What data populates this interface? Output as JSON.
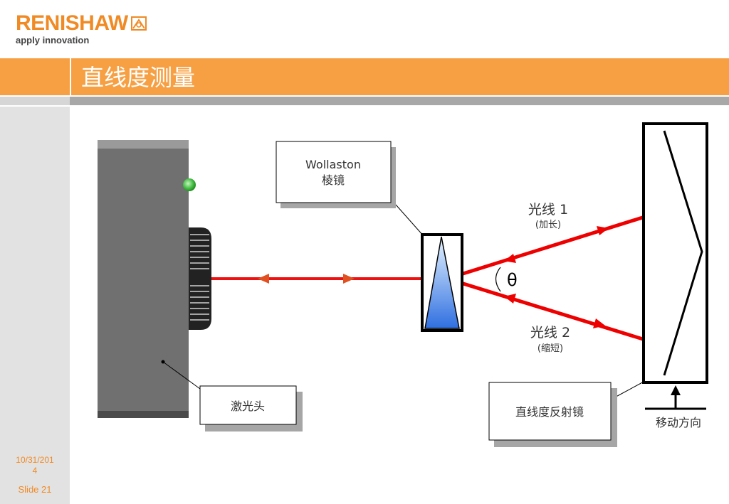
{
  "header": {
    "logo_text": "RENISHAW",
    "tagline": "apply innovation",
    "title": "直线度测量"
  },
  "footer": {
    "date_line1": "10/31/201",
    "date_line2": "4",
    "slide": "Slide 21"
  },
  "diagram": {
    "wollaston_label_1": "Wollaston",
    "wollaston_label_2": "棱镜",
    "laser_head_label": "激光头",
    "beam1_label": "光线 1",
    "beam1_sub": "(加长)",
    "beam2_label": "光线 2",
    "beam2_sub": "(缩短)",
    "angle_symbol": "θ",
    "reflector_label": "直线度反射镜",
    "direction_label": "移动方向"
  },
  "colors": {
    "accent": "#f7a043",
    "logo": "#f08a24",
    "beam": "#ee0000",
    "laser_body": "#707070"
  }
}
